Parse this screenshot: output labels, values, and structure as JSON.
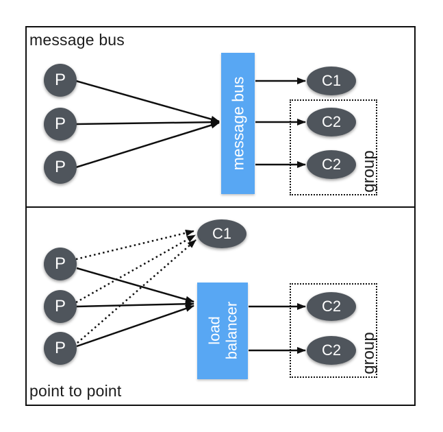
{
  "colors": {
    "hub_fill": "#58a7f3",
    "node_fill": "#4f555c",
    "node_text": "#ffffff",
    "line": "#0f0f0f",
    "label_text": "#1c1c1c",
    "background": "#ffffff"
  },
  "panels": [
    {
      "title": "message bus",
      "producers": [
        "P",
        "P",
        "P"
      ],
      "hub_label": "message bus",
      "consumers": [
        "C1",
        "C2",
        "C2"
      ],
      "group_label": "group"
    },
    {
      "title": "point to point",
      "producers": [
        "P",
        "P",
        "P"
      ],
      "direct_consumer": "C1",
      "hub_label_lines": [
        "load",
        "balancer"
      ],
      "consumers": [
        "C2",
        "C2"
      ],
      "group_label": "group"
    }
  ]
}
